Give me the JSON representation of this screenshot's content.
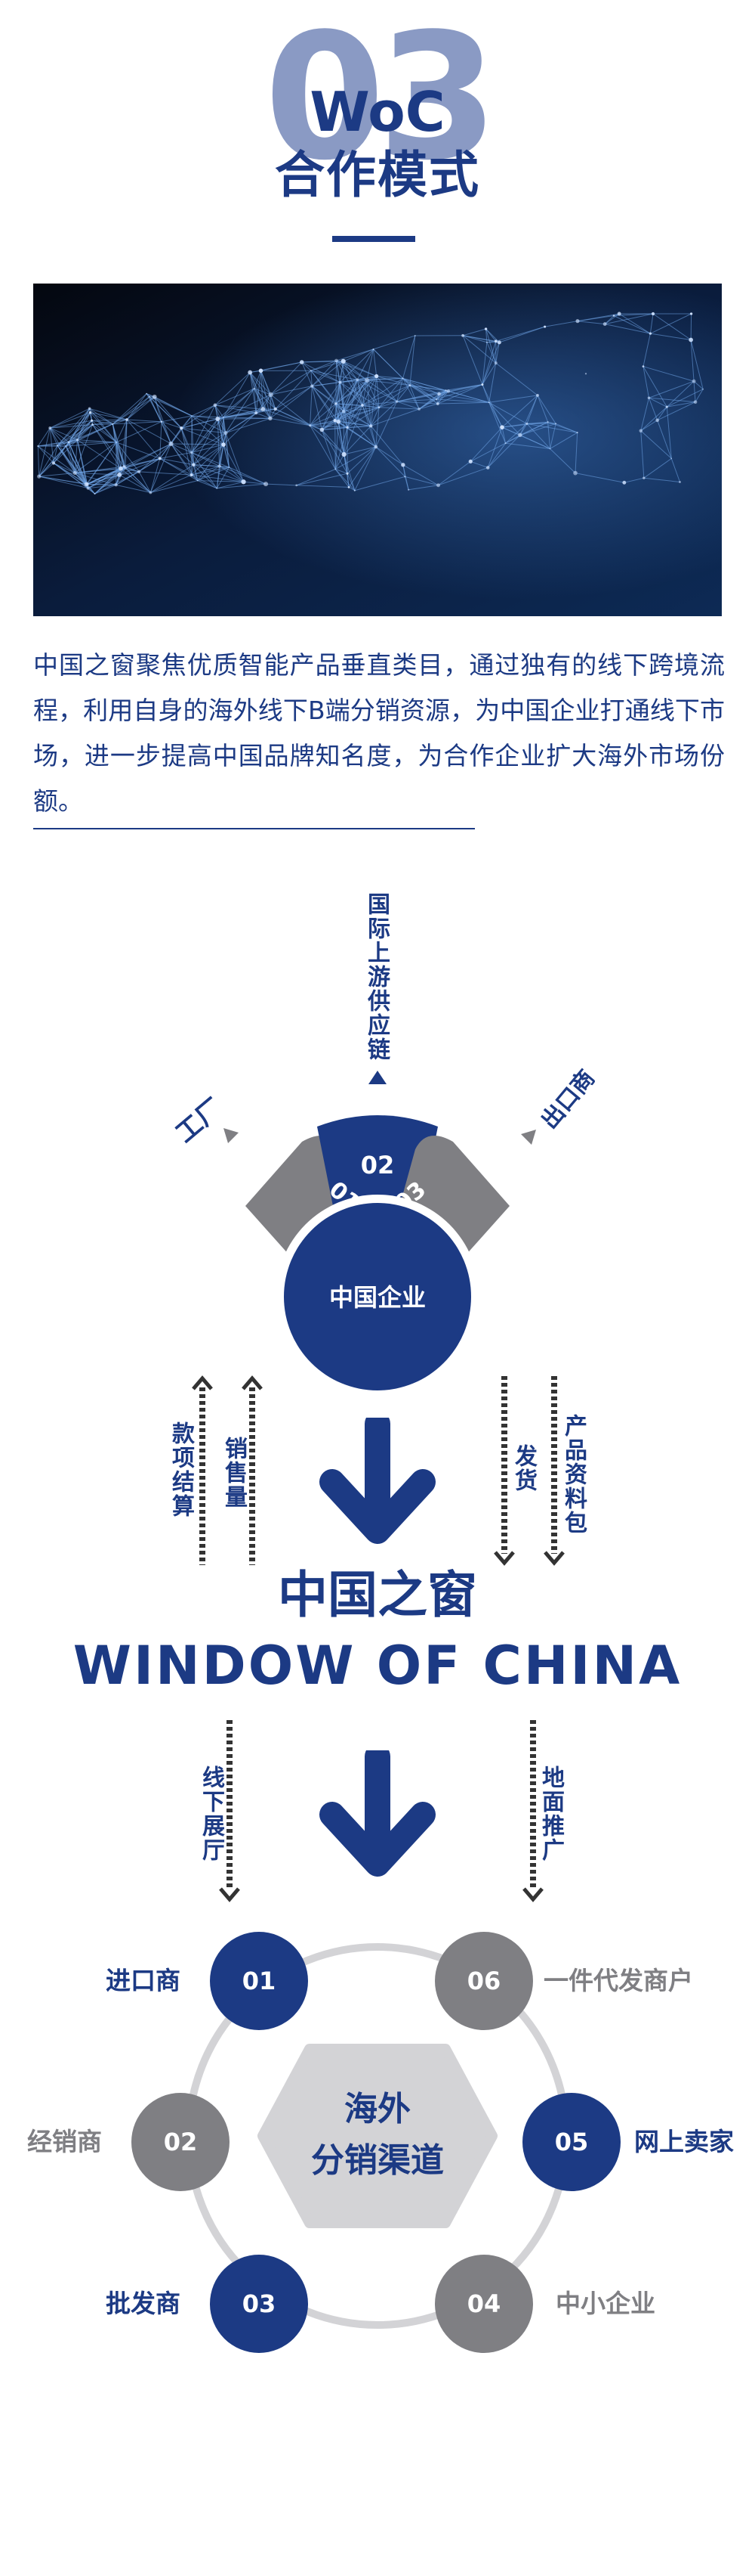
{
  "header": {
    "number": "03",
    "brand": "WoC",
    "title": "合作模式"
  },
  "intro": {
    "text": "中国之窗聚焦优质智能产品垂直类目，通过独有的线下跨境流程，利用自身的海外线下B端分销资源，为中国企业打通线下市场，进一步提高中国品牌知名度，为合作企业扩大海外市场份额。"
  },
  "supply": {
    "top_label": "国际上游供应链",
    "left_label": "工厂",
    "right_label": "出口商",
    "segments": [
      "01",
      "02",
      "03"
    ],
    "center": "中国企业"
  },
  "flows_mid": {
    "left": [
      "款项结算",
      "销售量"
    ],
    "right": [
      "发货",
      "产品资料包"
    ]
  },
  "brand_block": {
    "cn": "中国之窗",
    "en": "WINDOW OF CHINA"
  },
  "flows_low": {
    "left": "线下展厅",
    "right": "地面推广"
  },
  "channels": {
    "center": [
      "海外",
      "分销渠道"
    ],
    "nodes": [
      {
        "num": "01",
        "label": "进口商"
      },
      {
        "num": "02",
        "label": "经销商"
      },
      {
        "num": "03",
        "label": "批发商"
      },
      {
        "num": "04",
        "label": "中小企业"
      },
      {
        "num": "05",
        "label": "网上卖家"
      },
      {
        "num": "06",
        "label": "一件代发商户"
      }
    ]
  },
  "colors": {
    "navy": "#1c3a84",
    "gray": "#7f7f83",
    "light_gray": "#d3d3d6"
  }
}
